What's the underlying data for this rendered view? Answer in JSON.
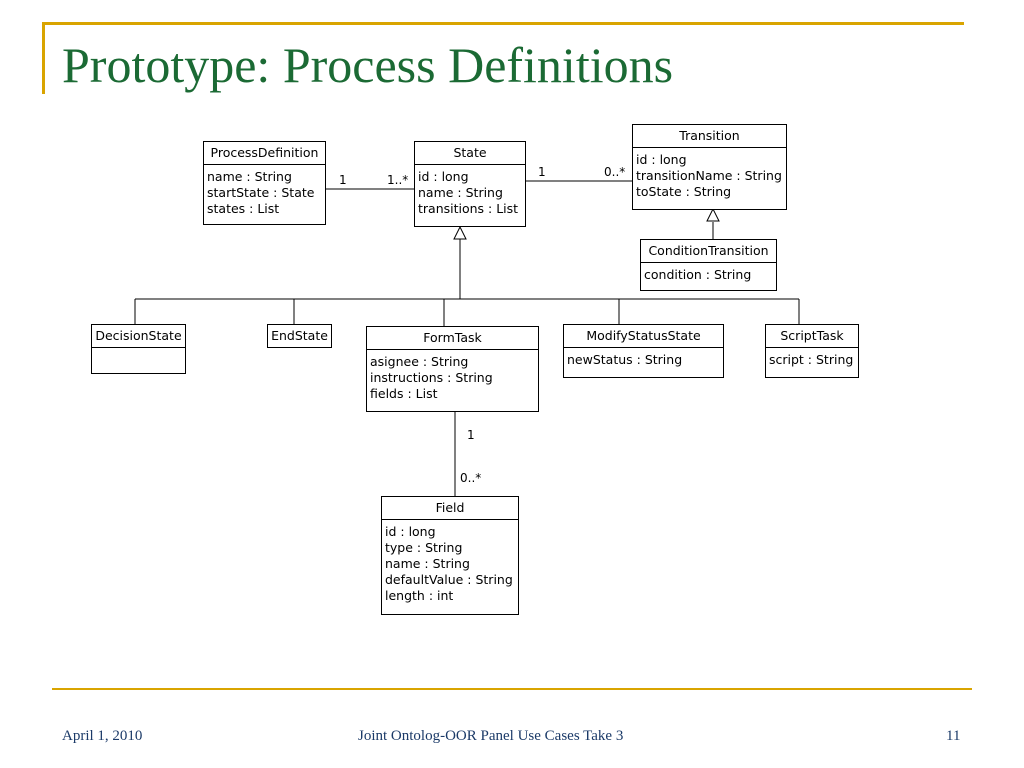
{
  "slide": {
    "title": "Prototype: Process Definitions",
    "accent_color": "#d9a400",
    "title_color": "#1b6a34",
    "footer_color": "#1b3a68"
  },
  "footer": {
    "date": "April 1, 2010",
    "center_text": "Joint Ontolog-OOR Panel Use Cases Take 3",
    "page_number": "11"
  },
  "diagram": {
    "classes": {
      "process_definition": {
        "name": "ProcessDefinition",
        "attrs": [
          "name : String",
          "startState : State",
          "states : List"
        ]
      },
      "state": {
        "name": "State",
        "attrs": [
          "id : long",
          "name : String",
          "transitions : List"
        ]
      },
      "transition": {
        "name": "Transition",
        "attrs": [
          "id : long",
          "transitionName : String",
          "toState : String"
        ]
      },
      "condition_transition": {
        "name": "ConditionTransition",
        "attrs": [
          "condition : String"
        ]
      },
      "decision_state": {
        "name": "DecisionState",
        "attrs": []
      },
      "end_state": {
        "name": "EndState",
        "attrs": []
      },
      "form_task": {
        "name": "FormTask",
        "attrs": [
          "asignee : String",
          "instructions : String",
          "fields : List"
        ]
      },
      "modify_status_state": {
        "name": "ModifyStatusState",
        "attrs": [
          "newStatus : String"
        ]
      },
      "script_task": {
        "name": "ScriptTask",
        "attrs": [
          "script : String"
        ]
      },
      "field": {
        "name": "Field",
        "attrs": [
          "id : long",
          "type : String",
          "name : String",
          "defaultValue : String",
          "length : int"
        ]
      }
    },
    "associations": {
      "pd_state": {
        "source_mult": "1",
        "target_mult": "1..*"
      },
      "state_transition": {
        "source_mult": "1",
        "target_mult": "0..*"
      },
      "formtask_field": {
        "source_mult": "1",
        "target_mult": "0..*"
      }
    }
  }
}
